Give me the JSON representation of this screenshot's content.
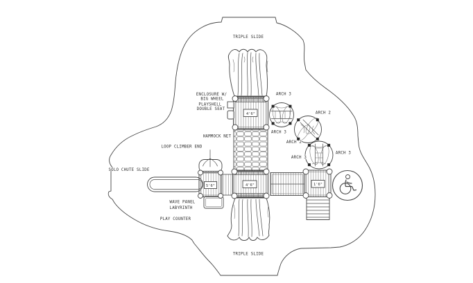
{
  "diagram": {
    "kind": "playground-equipment-plan-view",
    "colors": {
      "background": "#ffffff",
      "line": "#454545",
      "text": "#2e2e2e"
    }
  },
  "labels": {
    "triple_slide_top": "TRIPLE SLIDE",
    "triple_slide_bottom": "TRIPLE SLIDE",
    "enclosure_line1": "ENCLOSURE W/",
    "enclosure_line2": "BIG WHEEL",
    "playshell_line1": "PLAYSHELL",
    "playshell_line2": "DOUBLE SEAT",
    "hammock_net": "HAMMOCK NET",
    "loop_climber_end": "LOOP CLIMBER END",
    "solo_chute_slide": "SOLO CHUTE SLIDE",
    "wave_panel_line1": "WAVE PANEL",
    "wave_panel_line2": "LABYRINTH",
    "play_counter": "PLAY COUNTER",
    "arch3_a": "ARCH 3",
    "arch3_b": "ARCH 3",
    "arch2_a": "ARCH 2",
    "arch2_b": "ARCH 2",
    "arch3_c": "ARCH 3",
    "arch3_d": "ARCH 3",
    "deck_top_height": "4'6\"",
    "deck_center_height": "4'6\"",
    "deck_left_height": "5'6\"",
    "deck_right_height": "1'6\"",
    "wheelchair_icon": "wheelchair-accessible"
  }
}
